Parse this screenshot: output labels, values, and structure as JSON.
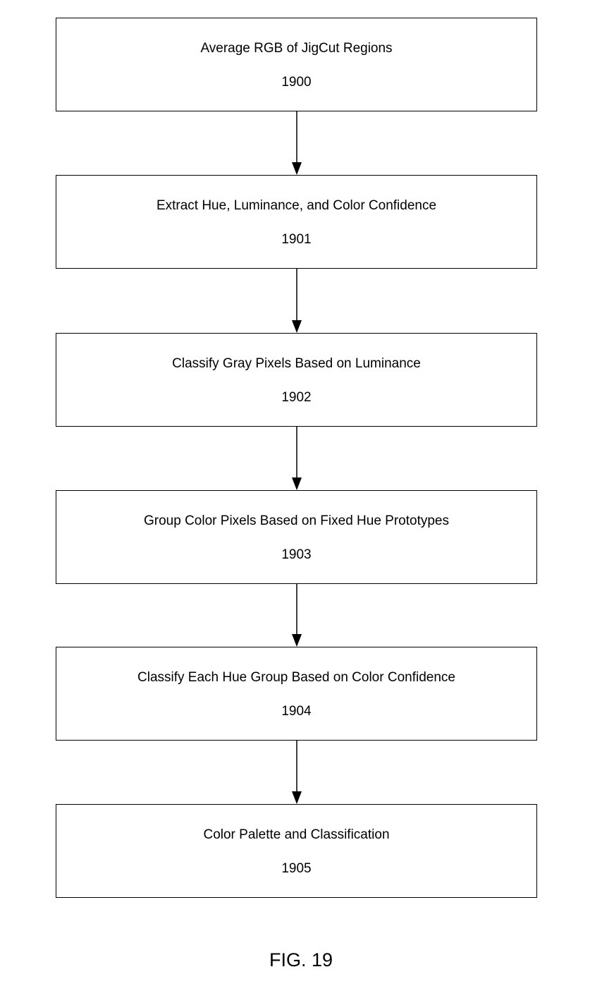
{
  "steps": [
    {
      "label": "Average RGB of JigCut Regions",
      "ref": "1900"
    },
    {
      "label": "Extract Hue, Luminance, and Color Confidence",
      "ref": "1901"
    },
    {
      "label": "Classify Gray Pixels Based on Luminance",
      "ref": "1902"
    },
    {
      "label": "Group Color Pixels Based on Fixed Hue Prototypes",
      "ref": "1903"
    },
    {
      "label": "Classify Each Hue Group Based on Color Confidence",
      "ref": "1904"
    },
    {
      "label": "Color Palette and Classification",
      "ref": "1905"
    }
  ],
  "figure": {
    "caption": "FIG. 19"
  }
}
